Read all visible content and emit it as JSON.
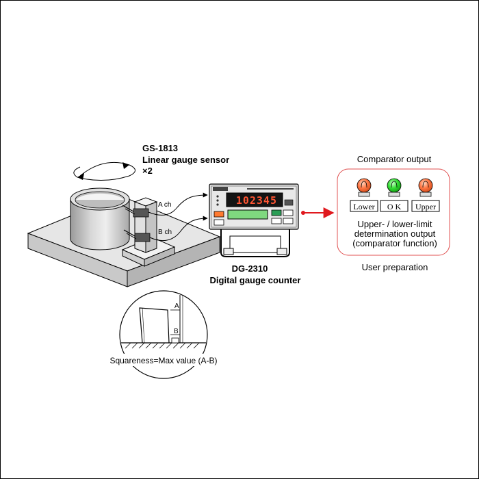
{
  "sensor": {
    "model": "GS-1813",
    "name": "Linear gauge sensor",
    "quantity": "×2",
    "channel_a": "A ch",
    "channel_b": "B ch"
  },
  "counter": {
    "model": "DG-2310",
    "name": "Digital gauge counter",
    "display_value": "102345"
  },
  "comparator": {
    "title": "Comparator output",
    "lamps": [
      {
        "label": "Lower",
        "color": "#ff7744"
      },
      {
        "label": "O K",
        "color": "#33dd33"
      },
      {
        "label": "Upper",
        "color": "#ff7744"
      }
    ],
    "description_line1": "Upper- / lower-limit",
    "description_line2": "determination output",
    "description_line3": "(comparator function)",
    "footer": "User preparation"
  },
  "inset": {
    "marker_a": "A",
    "marker_b": "B",
    "caption": "Squareness=Max value (A-B)"
  },
  "colors": {
    "accent_red": "#e0191e",
    "box_border": "#e05050"
  }
}
